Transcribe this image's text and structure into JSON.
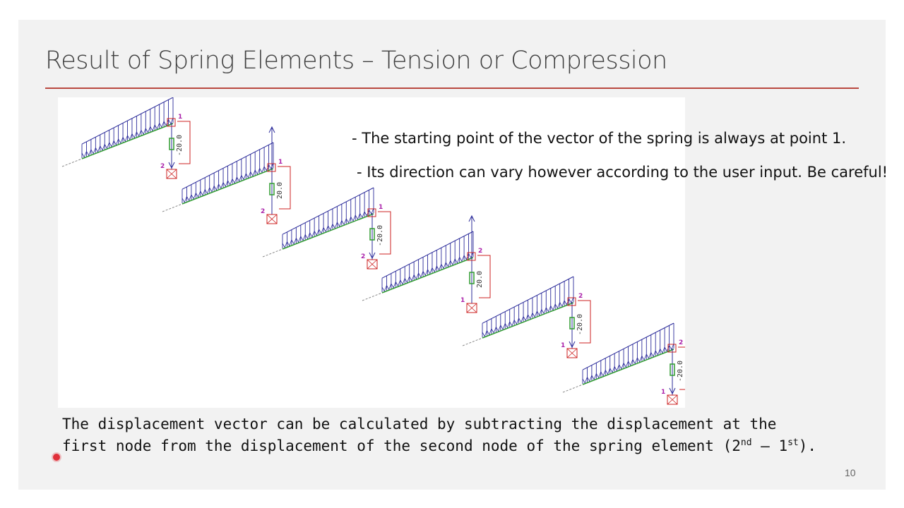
{
  "slide": {
    "title": "Result of Spring Elements – Tension or Compression",
    "page_number": "10",
    "notes": [
      "- The starting point of the vector of the spring is always at point 1.",
      "- Its direction can vary however according to the user input. Be careful!"
    ],
    "caption": {
      "line1": "The displacement vector can be calculated by subtracting the displacement at the",
      "line2_pre": "first node from the displacement of the second node of the spring element (2",
      "sup1": "nd",
      "mid": " – 1",
      "sup2": "st",
      "end": ")."
    }
  },
  "figure": {
    "colors": {
      "beam": "#2b2b9a",
      "ground": "#2e9b2e",
      "spring": "#cc2222",
      "node": "#aa22aa",
      "label": "#333333"
    },
    "springs": [
      {
        "value": "-20.0",
        "node_top": "1",
        "node_bottom": "2"
      },
      {
        "value": "20.0",
        "node_top": "1",
        "node_bottom": "2"
      },
      {
        "value": "-20.0",
        "node_top": "1",
        "node_bottom": "2"
      },
      {
        "value": "20.0",
        "node_top": "2",
        "node_bottom": "1"
      },
      {
        "value": "-20.0",
        "node_top": "2",
        "node_bottom": "1"
      },
      {
        "value": "-20.0",
        "node_top": "2",
        "node_bottom": "1"
      }
    ]
  }
}
